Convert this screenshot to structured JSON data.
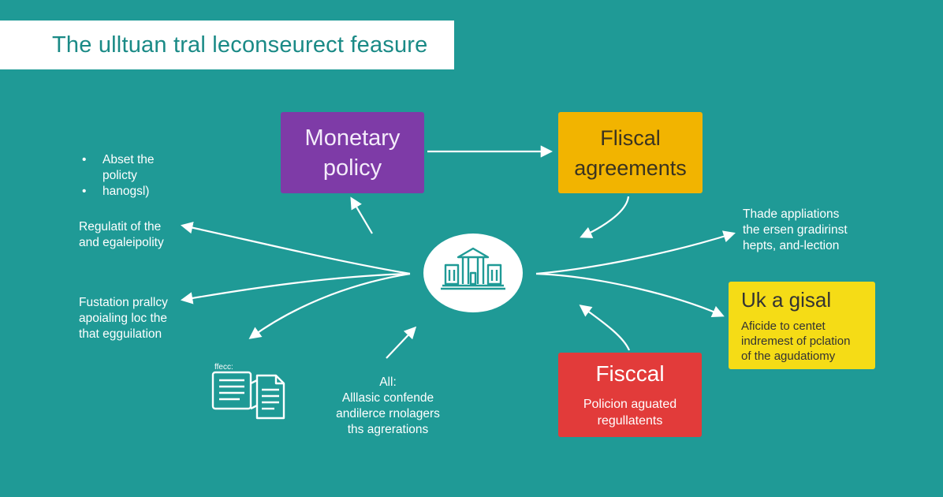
{
  "title": "The ulltuan tral leconseurect feasure",
  "nodes": {
    "monetary": {
      "lines": [
        "Monetary",
        "policy"
      ],
      "color": "#7e3ba7"
    },
    "fiscal_agreements": {
      "lines": [
        "Fliscal",
        "agreements"
      ],
      "color": "#f2b400"
    },
    "fiscal_regulations": {
      "head": "Fisccal",
      "sub": [
        "Policion aguated",
        "regullatents"
      ],
      "color": "#e23b3a"
    },
    "uk_gisal": {
      "head": "Uk a gisal",
      "sub": [
        "Aficide to centet",
        "indremest of pclation",
        "of the agudatiomy"
      ],
      "color": "#f5dc16"
    }
  },
  "hub_icon": "government-building-icon",
  "labels": {
    "bullets": [
      "Abset the",
      "policty",
      "hanogsl)"
    ],
    "bullet_lines": [
      true,
      false,
      true
    ],
    "regulation": [
      "Regulatit of the",
      "and egaleipolity"
    ],
    "fustation": [
      "Fustation prallcy",
      "apoialing loc the",
      "that egguilation"
    ],
    "center": [
      "All:",
      "Alllasic confende",
      "andilerce rnolagers",
      "ths agrerations"
    ],
    "trade": [
      "Thade appliations",
      "the ersen gradirinst",
      "hepts, and-lection"
    ]
  },
  "docs_caption": "ffecc:",
  "docs_icon": "documents-icon",
  "colors": {
    "background": "#1f9a96",
    "title_text": "#1a8a86"
  }
}
